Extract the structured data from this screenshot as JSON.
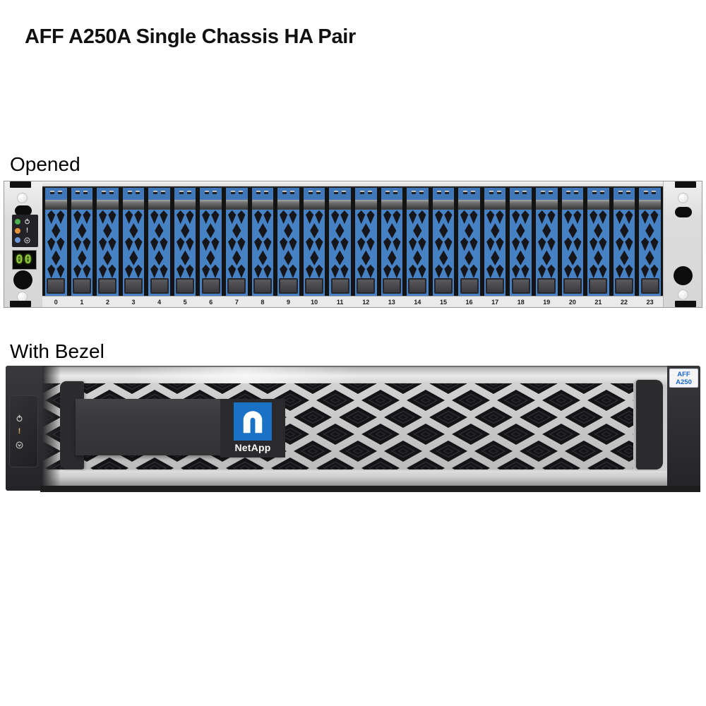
{
  "title": "AFF A250A Single Chassis HA Pair",
  "opened": {
    "label": "Opened",
    "display_value": "00",
    "drive_numbers": [
      "0",
      "1",
      "2",
      "3",
      "4",
      "5",
      "6",
      "7",
      "8",
      "9",
      "10",
      "11",
      "12",
      "13",
      "14",
      "15",
      "16",
      "17",
      "18",
      "19",
      "20",
      "21",
      "22",
      "23"
    ],
    "leds": [
      {
        "name": "power-led",
        "icon": "power-icon",
        "color": "#4caf50"
      },
      {
        "name": "attention-led",
        "icon": "attention-icon",
        "color": "#e8923a"
      },
      {
        "name": "location-led",
        "icon": "location-icon",
        "color": "#6f97d8"
      }
    ]
  },
  "bezel": {
    "label": "With Bezel",
    "brand": "NetApp",
    "badge": {
      "line1": "AFF",
      "line2": "A250"
    }
  },
  "colors": {
    "drive_blue": "#4681c4",
    "netapp_logo_blue": "#1a72c6",
    "badge_text_blue": "#1b66c9",
    "segment_display_green": "#8dc63f",
    "led_power_green": "#4caf50",
    "led_attention_amber": "#e8923a",
    "led_location_blue": "#6f97d8"
  }
}
